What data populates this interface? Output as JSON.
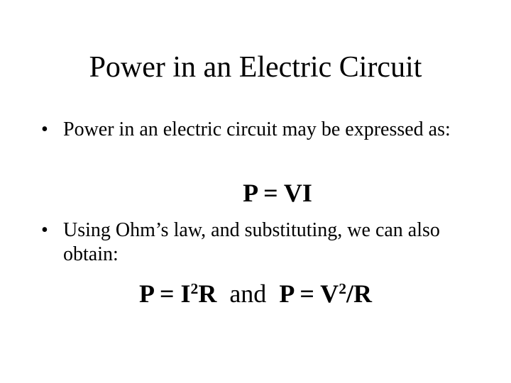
{
  "slide": {
    "title": "Power in an Electric Circuit",
    "bullets": [
      {
        "marker": "•",
        "text": "Power in an electric circuit may be expressed as:"
      },
      {
        "marker": "•",
        "text": "Using Ohm’s law, and substituting, we can also obtain:"
      }
    ],
    "equation1": "P = VI",
    "equation2": {
      "part1_base": "P = I",
      "part1_exp": "2",
      "part1_end": "R",
      "connector": "and",
      "part2_base": "P = V",
      "part2_exp": "2",
      "part2_end": "/R"
    }
  }
}
